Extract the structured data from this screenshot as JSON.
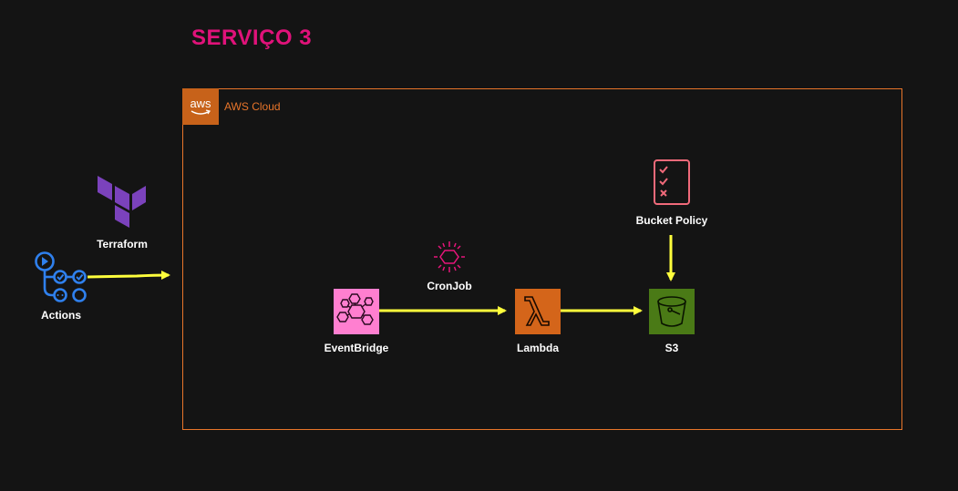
{
  "diagram": {
    "title": "SERVIÇO 3",
    "cloud": {
      "badge_text": "aws",
      "label": "AWS Cloud"
    },
    "nodes": {
      "terraform": {
        "label": "Terraform",
        "icon": "terraform-icon",
        "color": "#7b42bc"
      },
      "actions": {
        "label": "Actions",
        "icon": "github-actions-icon",
        "color": "#2f80ed"
      },
      "cronjob": {
        "label": "CronJob",
        "icon": "cron-sun-icon",
        "color": "#e7157b"
      },
      "eventbridge": {
        "label": "EventBridge",
        "icon": "eventbridge-icon",
        "color": "#ff7fd0"
      },
      "lambda": {
        "label": "Lambda",
        "icon": "lambda-icon",
        "color": "#d4651a"
      },
      "bucket_policy": {
        "label": "Bucket Policy",
        "icon": "checklist-icon",
        "color": "#f06a7a"
      },
      "s3": {
        "label": "S3",
        "icon": "bucket-icon",
        "color": "#4a7a16"
      }
    },
    "edges": [
      {
        "from": "actions",
        "to": "cloud"
      },
      {
        "from": "eventbridge",
        "to": "lambda"
      },
      {
        "from": "lambda",
        "to": "s3"
      },
      {
        "from": "bucket_policy",
        "to": "s3"
      }
    ],
    "edge_color": "#ffff3c"
  }
}
